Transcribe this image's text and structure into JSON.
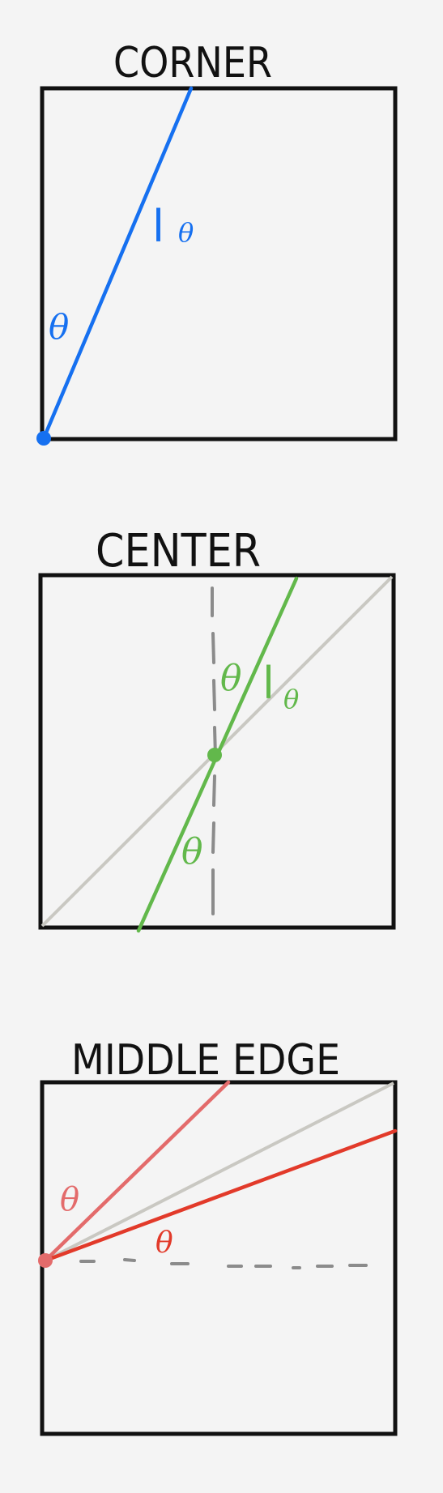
{
  "panels": [
    {
      "title": "CORNER",
      "line_label": "l",
      "line_label_sub": "θ",
      "angle_label": "θ"
    },
    {
      "title": "CENTER",
      "line_label": "l",
      "line_label_sub": "θ",
      "angle_label_1": "θ",
      "angle_label_2": "θ"
    },
    {
      "title": "MIDDLE EDGE",
      "angle_label_1": "θ",
      "angle_label_2": "θ"
    }
  ],
  "colors": {
    "background": "#f4f4f4",
    "frame": "#111111",
    "corner_line": "#1670f0",
    "center_line": "#62b84b",
    "diagonal": "#c9c8c2",
    "guide_dashed": "#8b8b8b",
    "edge_line_light": "#e36b6b",
    "edge_line_dark": "#e23a2a"
  }
}
